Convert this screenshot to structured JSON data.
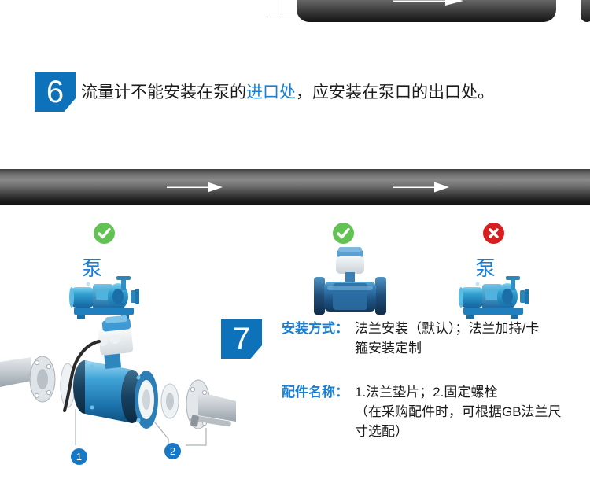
{
  "page": {
    "background": "#ffffff",
    "accent_blue": "#0d72b9",
    "link_blue": "#1a7fd4",
    "ok_green": "#62c354",
    "bad_red": "#d81f1f"
  },
  "top_strip": {
    "arrow_icon": "right-arrow-icon",
    "pipe_label": "pipe-segment"
  },
  "section6": {
    "number": "6",
    "heading_parts": {
      "before": "流量计不能安装在泵的",
      "highlight": "进口处",
      "after": "，应安装在泵口的出口处。"
    },
    "figure": {
      "pump_left_label": "泵",
      "pump_right_label": "泵",
      "flow_arrow_left": "right-arrow-icon",
      "flow_arrow_right": "right-arrow-icon",
      "mark_left": "✔",
      "mark_center": "✔",
      "mark_right": "✘"
    }
  },
  "section7": {
    "number": "7",
    "rows": [
      {
        "key": "安装方式：",
        "lines": [
          "法兰安装（默认）；法兰加持/卡",
          "箍安装定制"
        ]
      },
      {
        "key": "配件名称：",
        "lines": [
          "1.法兰垫片；2.固定螺栓",
          "（在采购配件时，可根据GB法兰尺",
          " 寸选配）"
        ]
      }
    ],
    "callouts": [
      {
        "number": "1"
      },
      {
        "number": "2"
      }
    ]
  }
}
